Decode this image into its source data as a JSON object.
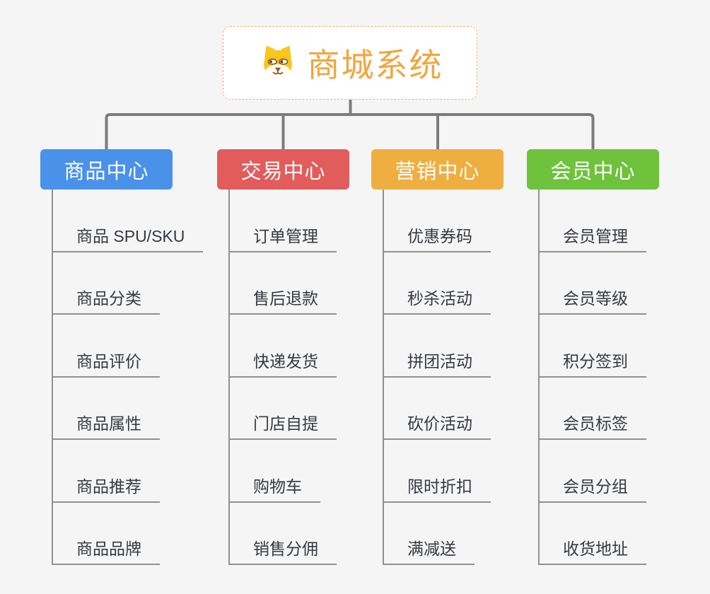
{
  "root": {
    "title": "商城系统",
    "icon": "dog-face-icon"
  },
  "branches": [
    {
      "label": "商品中心",
      "color": "#4a91e9",
      "children": [
        "商品 SPU/SKU",
        "商品分类",
        "商品评价",
        "商品属性",
        "商品推荐",
        "商品品牌"
      ]
    },
    {
      "label": "交易中心",
      "color": "#e25c5c",
      "children": [
        "订单管理",
        "售后退款",
        "快递发货",
        "门店自提",
        "购物车",
        "销售分佣"
      ]
    },
    {
      "label": "营销中心",
      "color": "#efae40",
      "children": [
        "优惠券码",
        "秒杀活动",
        "拼团活动",
        "砍价活动",
        "限时折扣",
        "满减送"
      ]
    },
    {
      "label": "会员中心",
      "color": "#6ec23c",
      "children": [
        "会员管理",
        "会员等级",
        "积分签到",
        "会员标签",
        "会员分组",
        "收货地址"
      ]
    }
  ],
  "colors": {
    "background": "#f5f5f6",
    "connector_main": "#7c7c7c",
    "connector_sub": "#919191",
    "root_accent": "#f0a63e",
    "root_border": "#f4b261",
    "text": "#363a3e"
  }
}
